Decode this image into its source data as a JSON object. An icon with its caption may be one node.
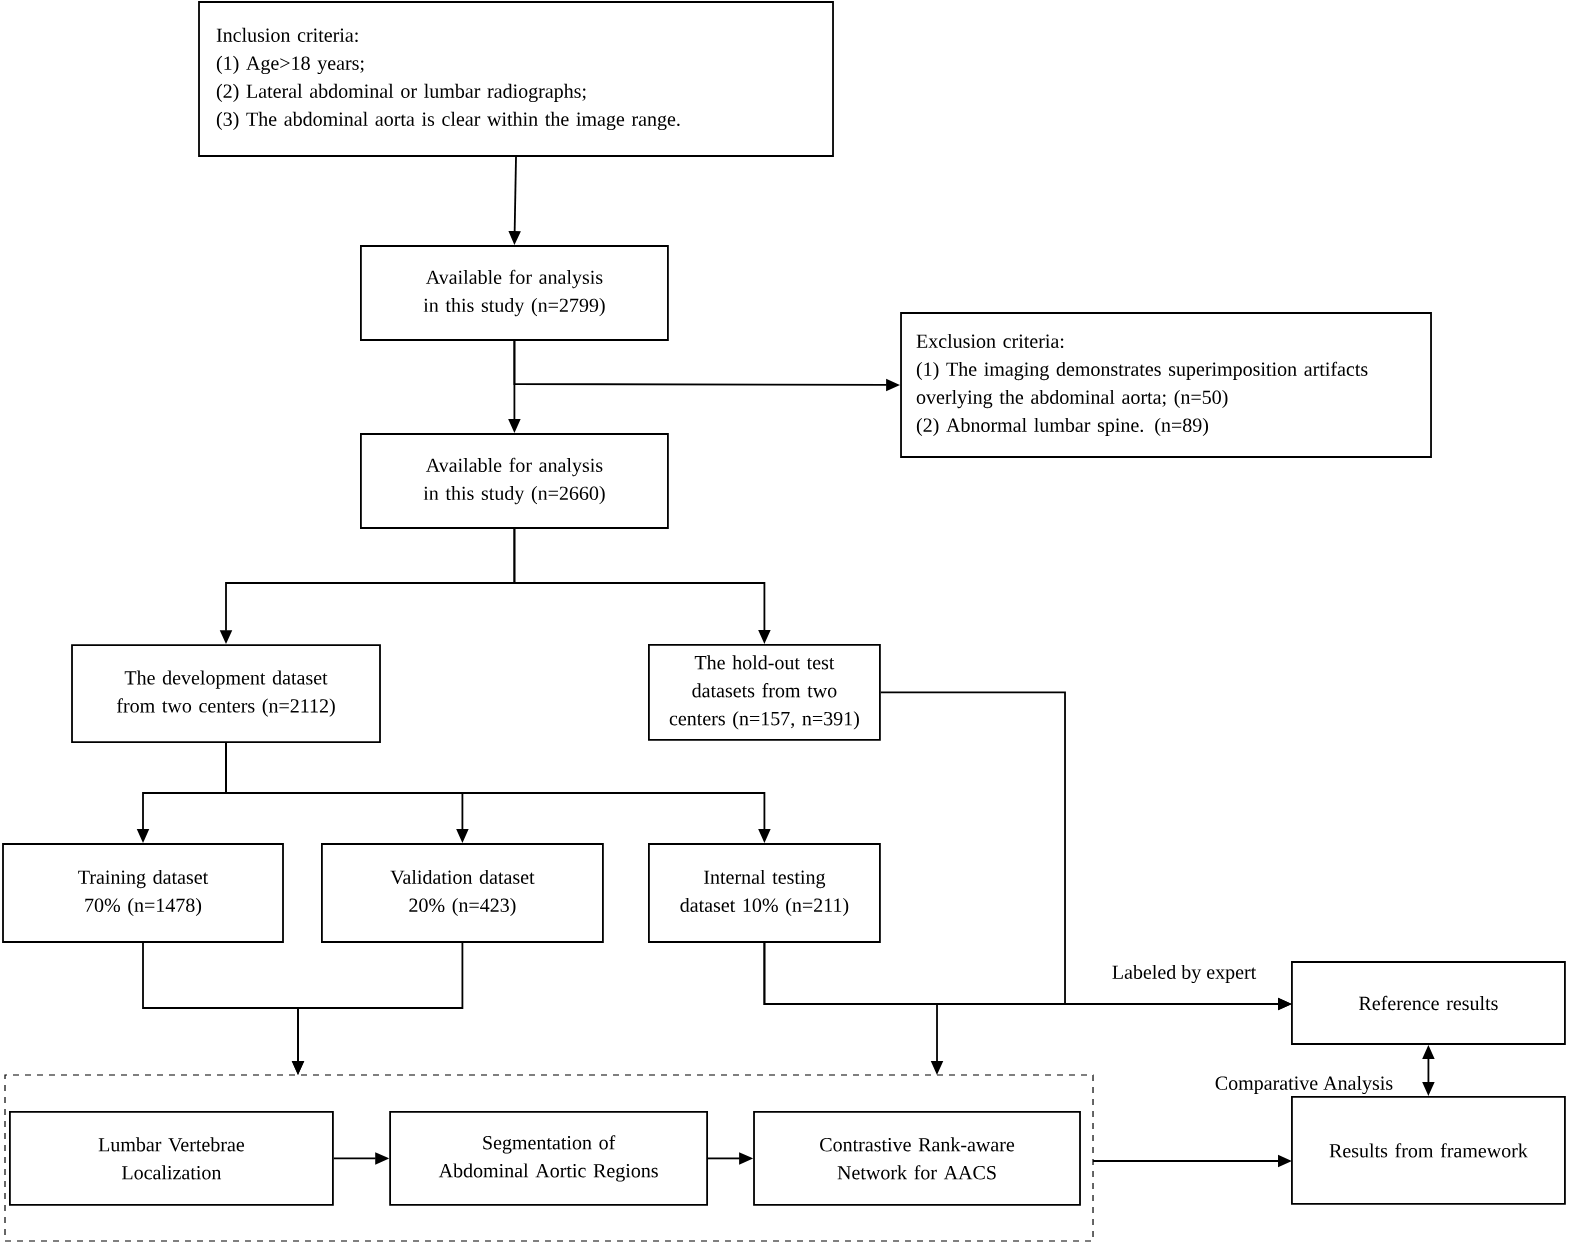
{
  "diagram": {
    "nodes": [
      {
        "text": [
          "Inclusion criteria:",
          "(1) Age>18 years;",
          "(2) Lateral abdominal or lumbar radiographs;",
          "(3) The abdominal aorta is clear within the image range."
        ]
      },
      {
        "text": [
          "Available for analysis in this study (n=2799)"
        ]
      },
      {
        "text": [
          "Exclusion criteria:",
          "(1) The imaging demonstrates superimposition artifacts overlying the abdominal aorta; (n=50)",
          "(2) Abnormal lumbar spine. (n=89)"
        ]
      },
      {
        "text": [
          "Available for analysis in this study (n=2660)"
        ]
      },
      {
        "text": [
          "The development dataset from two centers (n=2112)"
        ]
      },
      {
        "text": [
          "The hold-out test datasets from two centers (n=157, n=391)"
        ]
      },
      {
        "text": [
          "Training dataset 70% (n=1478)"
        ]
      },
      {
        "text": [
          "Validation dataset 20% (n=423)"
        ]
      },
      {
        "text": [
          "Internal testing dataset 10% (n=211)"
        ]
      },
      {
        "text": [],
        "shape": "box"
      },
      {
        "text": [
          "Lumbar Vertebrae Localization"
        ],
        "in": 9
      },
      {
        "text": [
          "Segmentation of Abdominal Aortic Regions"
        ],
        "in": 9
      },
      {
        "text": [
          "Contrastive Rank-aware Network for AACS"
        ],
        "in": 9
      },
      {
        "text": [
          "Reference results"
        ]
      },
      {
        "text": [
          "Results from framework"
        ]
      }
    ],
    "edges": [
      {
        "from": 0,
        "to": 1,
        "arrow": "to"
      },
      {
        "from": 1,
        "to": 2,
        "arrow": "to"
      },
      {
        "from": 1,
        "to": 3,
        "arrow": "to"
      },
      {
        "from": 3,
        "to": 4,
        "arrow": "to"
      },
      {
        "from": 3,
        "to": 5,
        "arrow": "to"
      },
      {
        "from": 4,
        "to": 6,
        "arrow": "to"
      },
      {
        "from": 4,
        "to": 7,
        "arrow": "to"
      },
      {
        "from": 4,
        "to": 8,
        "arrow": "to"
      },
      {
        "from": 6,
        "to": 9,
        "arrow": "to"
      },
      {
        "from": 7,
        "to": 9,
        "arrow": "to"
      },
      {
        "from": 8,
        "to": 9,
        "arrow": "to"
      },
      {
        "from": 8,
        "to": 13,
        "arrow": "to"
      },
      {
        "from": 5,
        "to": 13,
        "arrow": "to",
        "label": "Labeled by expert"
      },
      {
        "from": 10,
        "to": 11,
        "arrow": "to"
      },
      {
        "from": 11,
        "to": 12,
        "arrow": "to"
      },
      {
        "from": 9,
        "to": 14,
        "arrow": "to"
      },
      {
        "from": 13,
        "to": 14,
        "arrow": "both",
        "label": "Comparative Analysis"
      }
    ]
  }
}
